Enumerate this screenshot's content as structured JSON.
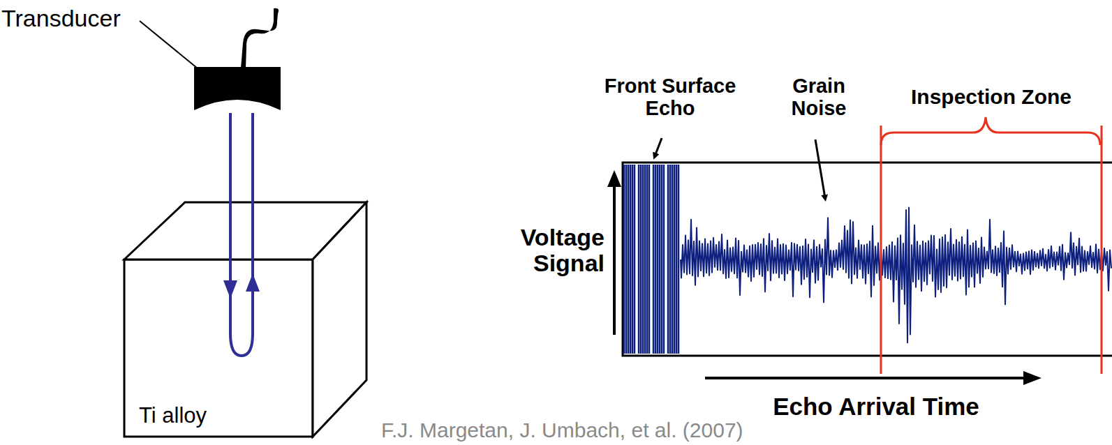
{
  "diagram": {
    "caption": "F.J. Margetan, J. Umbach, et al. (2007)",
    "nodes": [
      {
        "text": [
          "Ti alloy"
        ]
      }
    ],
    "labels": [
      "Transducer",
      "Front Surface Echo",
      "Grain Noise",
      "Inspection Zone",
      "Voltage Signal",
      "Echo Arrival Time"
    ]
  }
}
